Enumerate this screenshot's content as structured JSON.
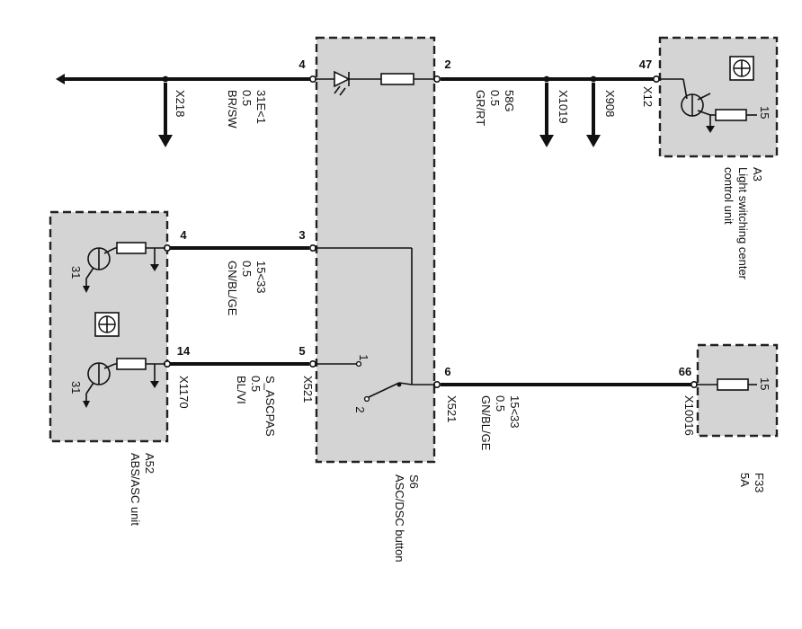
{
  "components": {
    "a3": {
      "ref": "A3",
      "name_line1": "Light switching center",
      "name_line2": "control unit",
      "pin_top": "47",
      "pin_inner": "15",
      "connector": "X12"
    },
    "s6": {
      "ref": "S6",
      "name": "ASC/DSC button",
      "pin4": "4",
      "pin2": "2",
      "pin3": "3",
      "pin5": "5",
      "pin6": "6",
      "sw1": "1",
      "sw2": "2",
      "connector_left": "X521",
      "connector_right": "X521"
    },
    "a52": {
      "ref": "A52",
      "name": "ABS/ASC unit",
      "pin4": "4",
      "pin14": "14",
      "ground_a": "31",
      "ground_b": "31",
      "connector": "X1170"
    },
    "f33": {
      "ref": "F33",
      "rating": "5A",
      "pin_top": "66",
      "pin_inner": "15",
      "connector": "X10016"
    }
  },
  "wires": {
    "w1": {
      "signal": "31E<1",
      "gauge": "0.5",
      "color": "BR/SW",
      "ground": "X218"
    },
    "w2": {
      "signal": "58G",
      "gauge": "0.5",
      "color": "GR/RT",
      "ground1": "X1019",
      "ground2": "X908"
    },
    "w3": {
      "signal": "15<33",
      "gauge": "0.5",
      "color": "GN/BL/GE"
    },
    "w4": {
      "signal": "S_ASCPAS",
      "gauge": "0.5",
      "color": "BL/VI"
    },
    "w5": {
      "signal": "15<33",
      "gauge": "0.5",
      "color": "GN/BL/GE"
    }
  }
}
